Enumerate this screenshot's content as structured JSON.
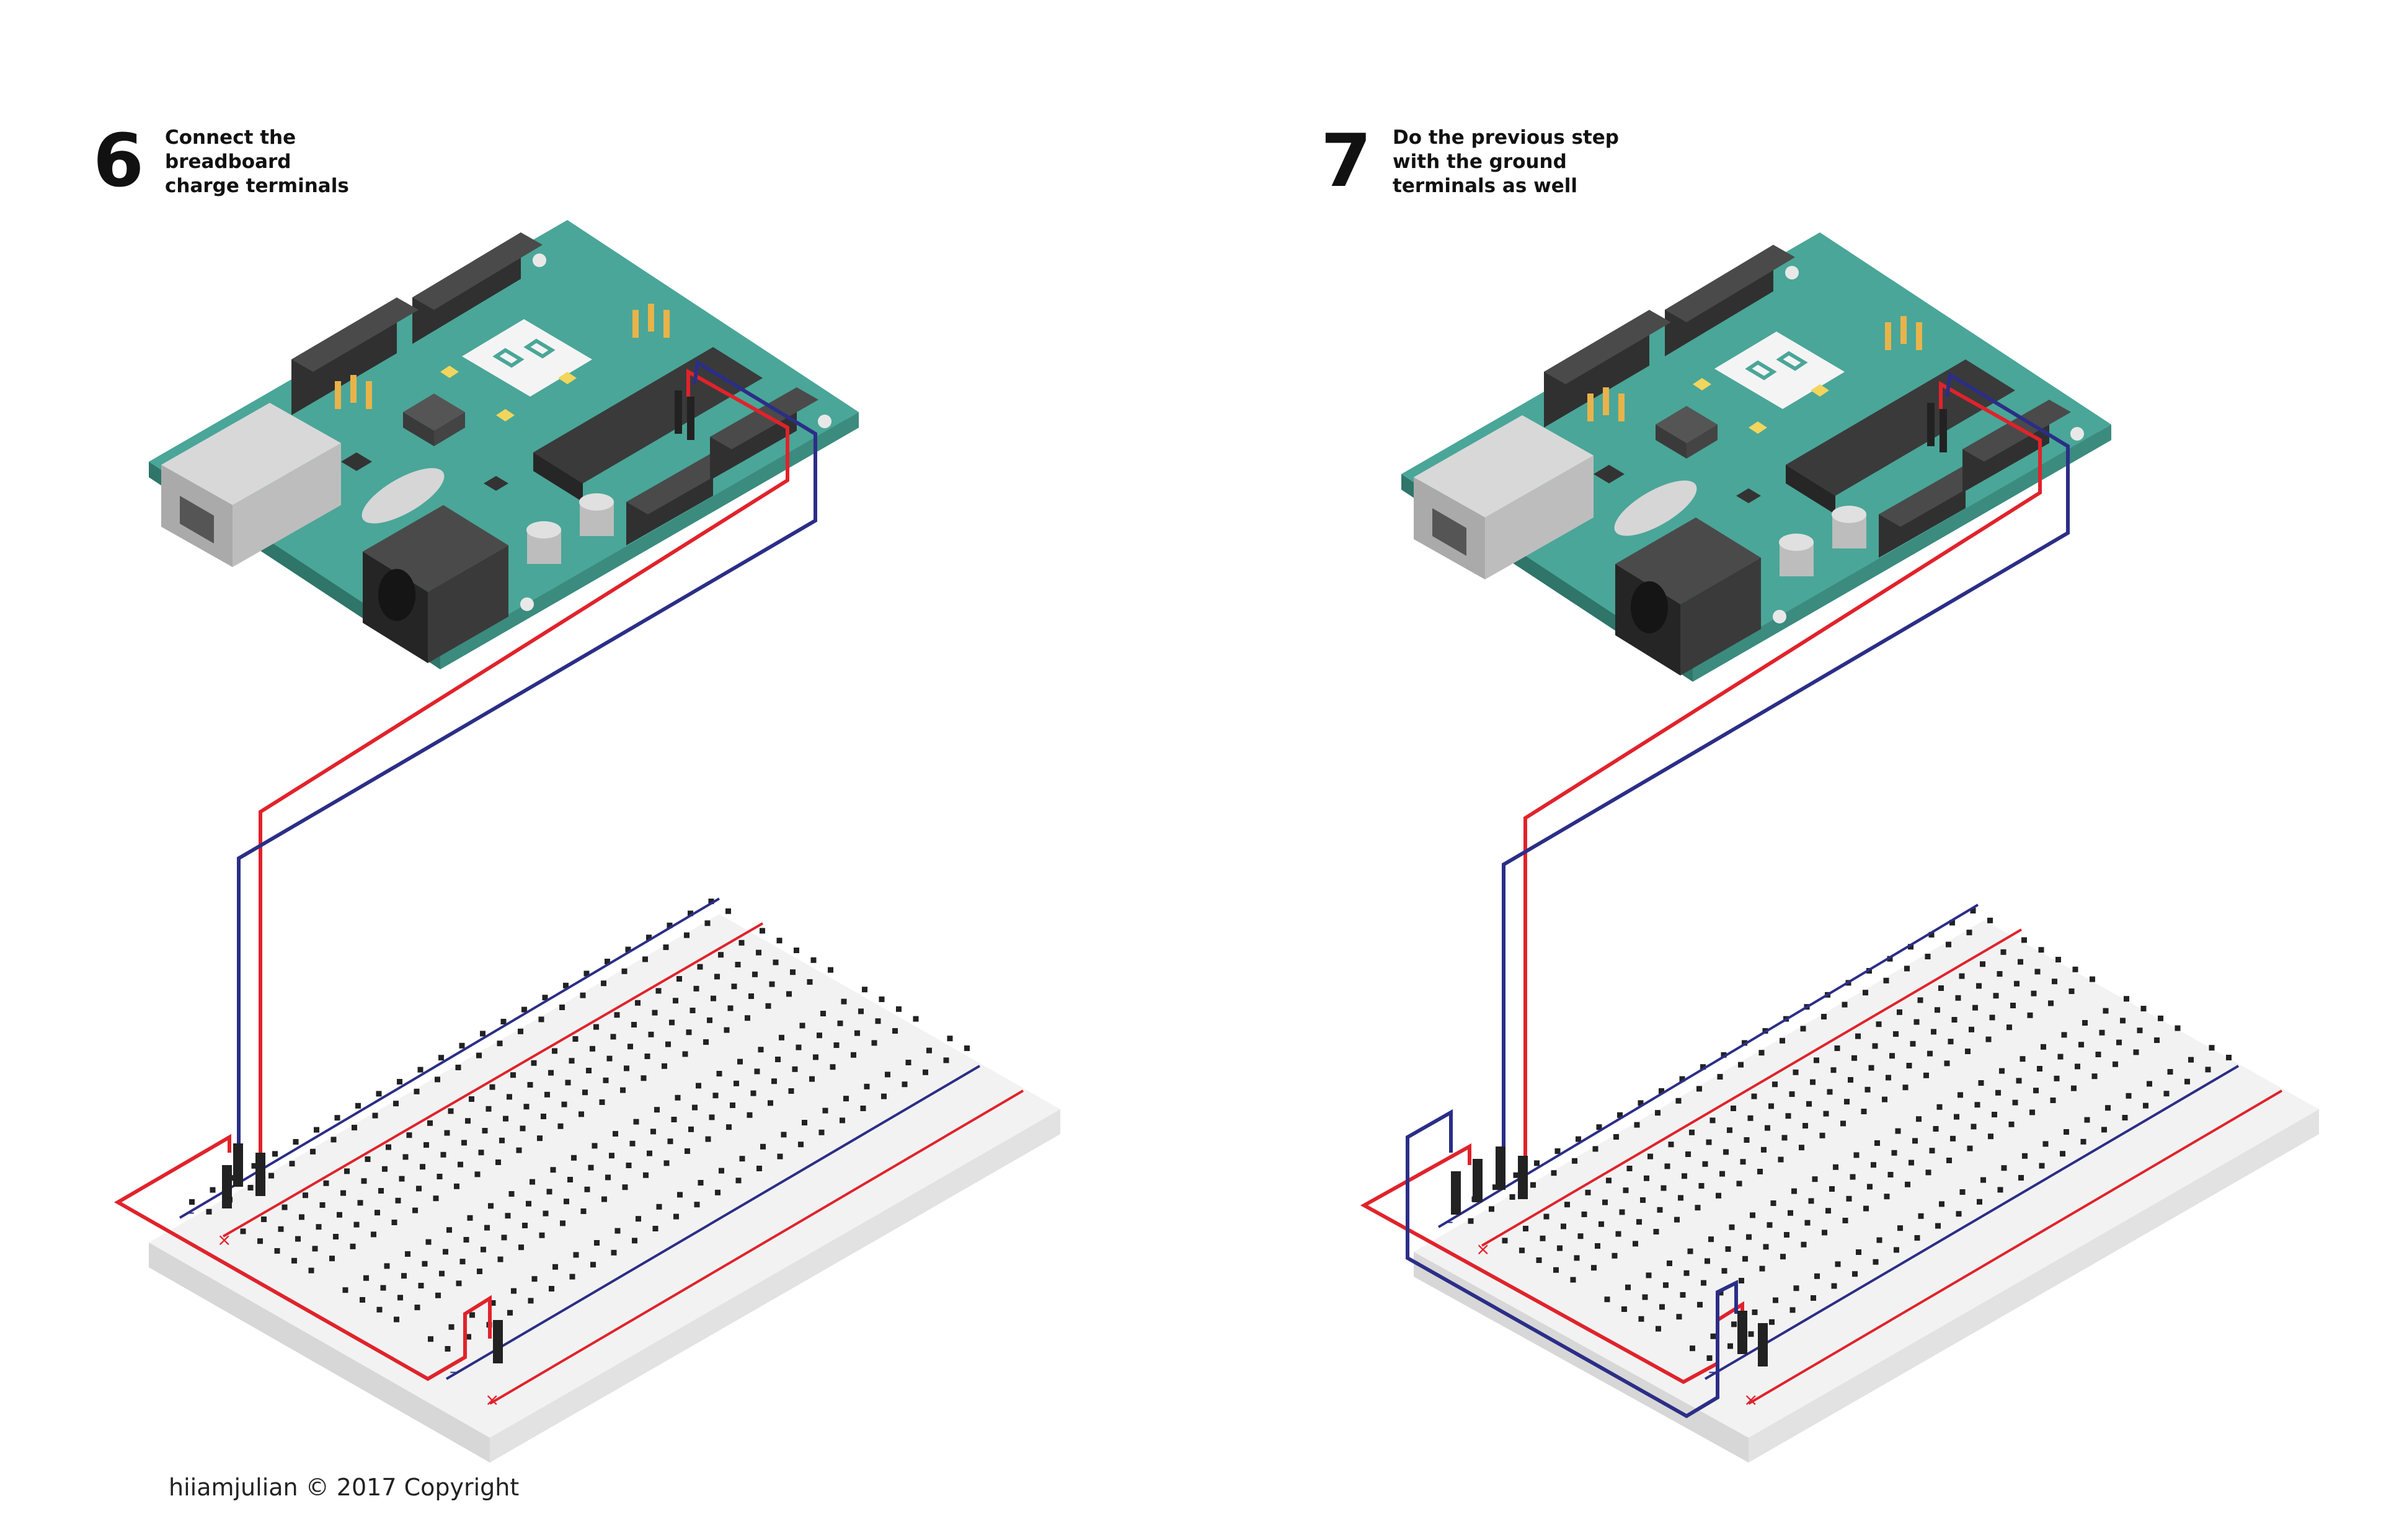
{
  "steps": [
    {
      "number": "6",
      "lines": [
        "Connect the",
        "breadboard",
        "charge terminals"
      ]
    },
    {
      "number": "7",
      "lines": [
        "Do the previous step",
        "with the ground",
        "terminals as well"
      ]
    }
  ],
  "footer": "hiiamjulian © 2017 Copyright",
  "colors": {
    "board": "#4aa698",
    "header_black": "#2e2e2e",
    "usb_gray": "#c8c8c8",
    "breadboard": "#f1f1f1",
    "wire_red": "#e0232b",
    "wire_blue": "#2b2e86"
  },
  "rail_markers": {
    "negative": "–",
    "positive": "×"
  }
}
